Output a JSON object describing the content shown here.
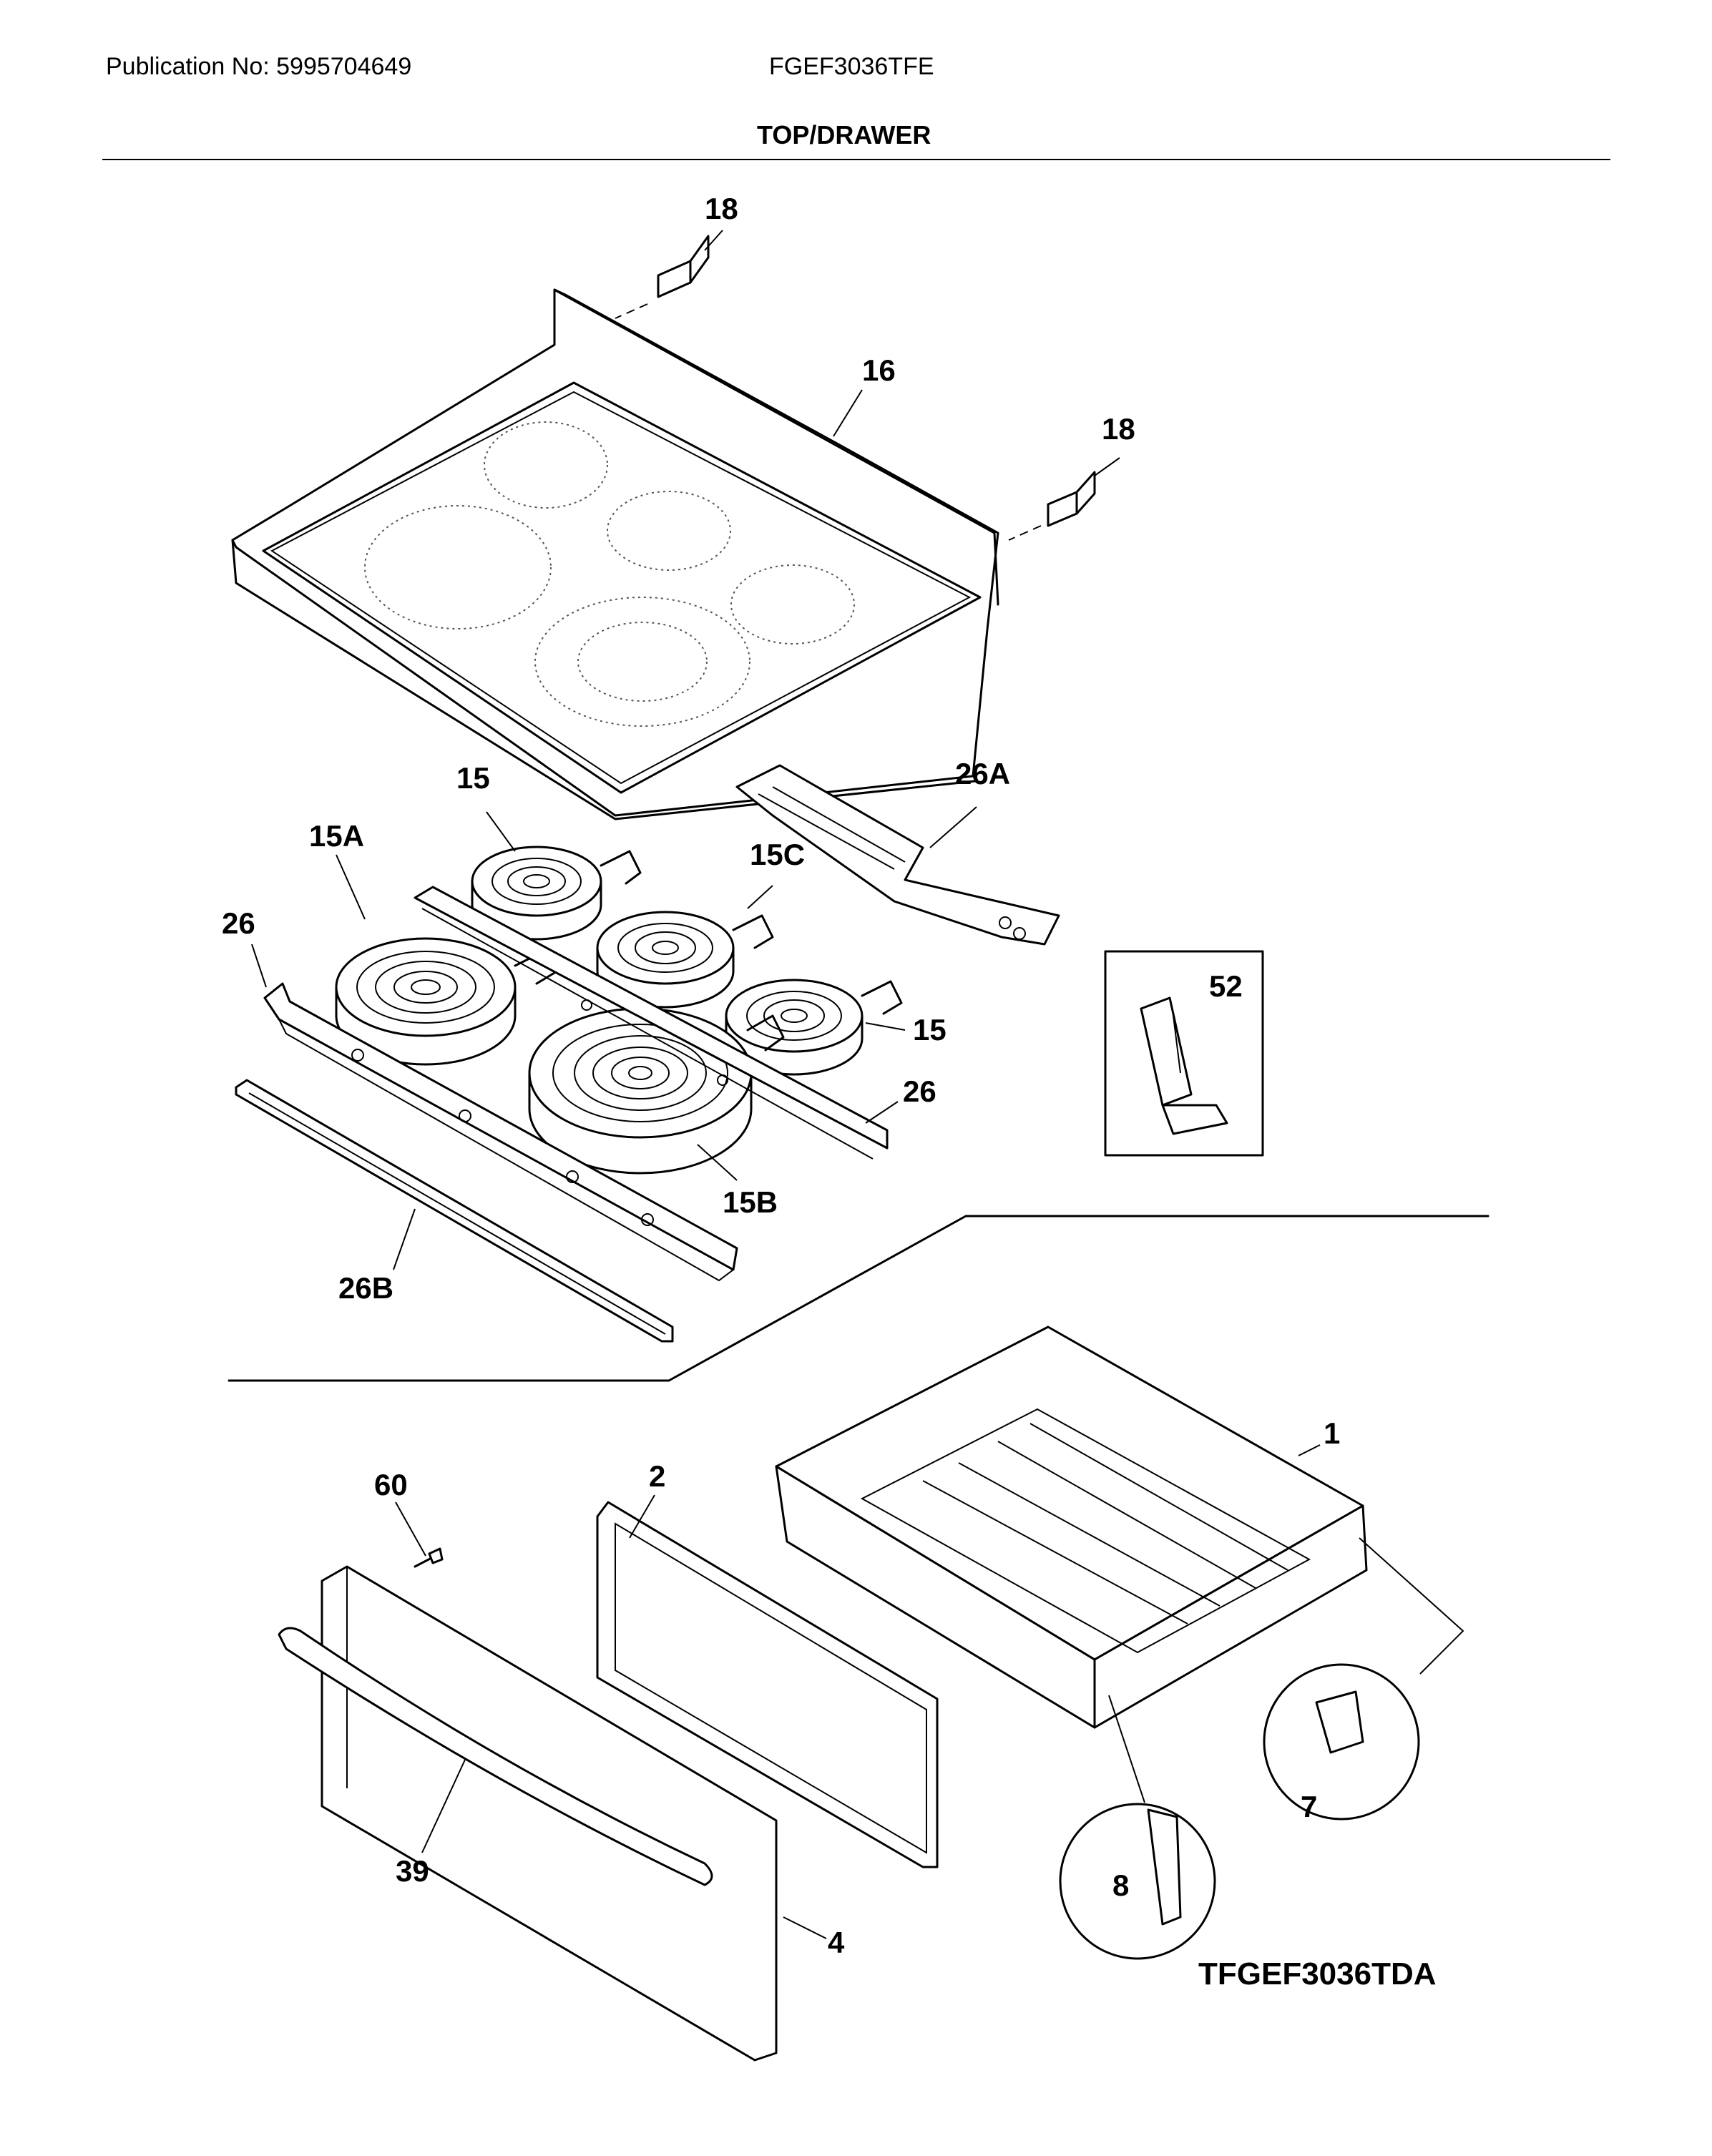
{
  "header": {
    "publication": "Publication No: 5995704649",
    "model": "FGEF3036TFE",
    "section": "TOP/DRAWER"
  },
  "diagram_code": "TFGEF3036TDA",
  "callouts": {
    "c18a": "18",
    "c16": "16",
    "c18b": "18",
    "c15a": "15",
    "c26A": "26A",
    "c15A": "15A",
    "c15C": "15C",
    "c26a": "26",
    "c52": "52",
    "c15b": "15",
    "c26b": "26",
    "c15B": "15B",
    "c26B": "26B",
    "c1": "1",
    "c60": "60",
    "c2": "2",
    "c7": "7",
    "c8": "8",
    "c39": "39",
    "c4": "4"
  }
}
